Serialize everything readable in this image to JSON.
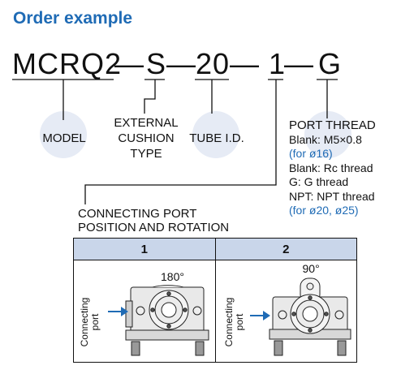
{
  "title": "Order example",
  "code": {
    "model": "MCRQ2",
    "dash": "—",
    "cushion": "S",
    "tube": "20",
    "port": "1",
    "thread": "G"
  },
  "labels": {
    "model": "MODEL",
    "cushion": [
      "EXTERNAL",
      "CUSHION",
      "TYPE"
    ],
    "tube": "TUBE I.D.",
    "port_thread": {
      "heading": "PORT THREAD",
      "lines": [
        {
          "text": "Blank: M5×0.8",
          "color": "#111111"
        },
        {
          "text": "(for ø16)",
          "color": "#1f6bb5"
        },
        {
          "text": "Blank: Rc thread",
          "color": "#111111"
        },
        {
          "text": "G: G thread",
          "color": "#111111"
        },
        {
          "text": "NPT: NPT thread",
          "color": "#111111"
        },
        {
          "text": "(for ø20, ø25)",
          "color": "#1f6bb5"
        }
      ]
    },
    "connecting": [
      "CONNECTING PORT",
      "POSITION AND ROTATION"
    ]
  },
  "table": {
    "headers": [
      "1",
      "2"
    ],
    "cells": [
      {
        "angle": "180°",
        "port_label": [
          "Connecting",
          "port"
        ]
      },
      {
        "angle": "90°",
        "port_label": [
          "Connecting",
          "port"
        ]
      }
    ]
  },
  "colors": {
    "accent": "#1f6bb5",
    "header_fill": "#c9d6ea",
    "circle_fill": "#e6ebf5"
  }
}
